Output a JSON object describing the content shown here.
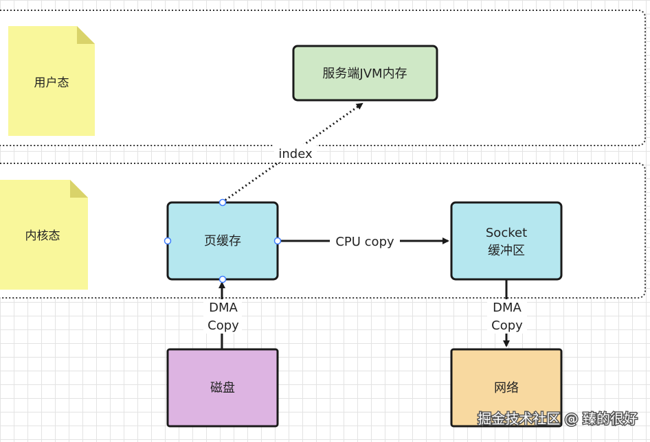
{
  "zones": {
    "user_space": "用户态",
    "kernel_space": "内核态"
  },
  "nodes": {
    "jvm_memory": "服务端JVM内存",
    "page_cache": "页缓存",
    "socket_buffer_line1": "Socket",
    "socket_buffer_line2": "缓冲区",
    "disk": "磁盘",
    "network": "网络"
  },
  "edges": {
    "index": "index",
    "cpu_copy": "CPU copy",
    "dma_disk_line1": "DMA",
    "dma_disk_line2": "Copy",
    "dma_net_line1": "DMA",
    "dma_net_line2": "Copy"
  },
  "watermark": "掘金技术社区 @ 臻的很好",
  "colors": {
    "note": "#f9f79b",
    "note_fold": "#d9d36a",
    "jvm": "#cfe8c6",
    "cache": "#b5e7ef",
    "disk": "#ddb4e2",
    "network": "#f8d9a0",
    "zone_fill": "#ffffff",
    "stroke": "#1a1a1a",
    "handle": "#3d7cff"
  }
}
